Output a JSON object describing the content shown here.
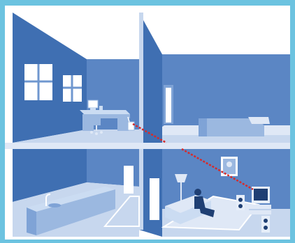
{
  "diagram": {
    "subject": "cutaway-house-wireless-signal",
    "palette": {
      "frame": "#6cc3e0",
      "wall_dark": "#3f6fb2",
      "wall_mid": "#5b86c4",
      "wall_light": "#7fa3d6",
      "floor": "#c7d7ee",
      "floor_light": "#dfe8f6",
      "furniture": "#9bb8e0",
      "furniture_light": "#cbdcf2",
      "signal": "#d62b2b"
    },
    "rooms": [
      {
        "id": "office",
        "level": "upper",
        "contents": [
          "window",
          "window",
          "desk",
          "computer",
          "office-chair",
          "access-point"
        ]
      },
      {
        "id": "bedroom",
        "level": "upper",
        "contents": [
          "doorway",
          "bed"
        ]
      },
      {
        "id": "kitchen",
        "level": "lower",
        "contents": [
          "counter",
          "sink",
          "doorway"
        ]
      },
      {
        "id": "living-room",
        "level": "lower",
        "contents": [
          "floor-lamp",
          "sofa",
          "person",
          "picture-frame",
          "television",
          "speakers",
          "rug"
        ]
      }
    ],
    "signal_path": {
      "from": "access-point",
      "to": "television",
      "style": "dashed-red"
    }
  }
}
